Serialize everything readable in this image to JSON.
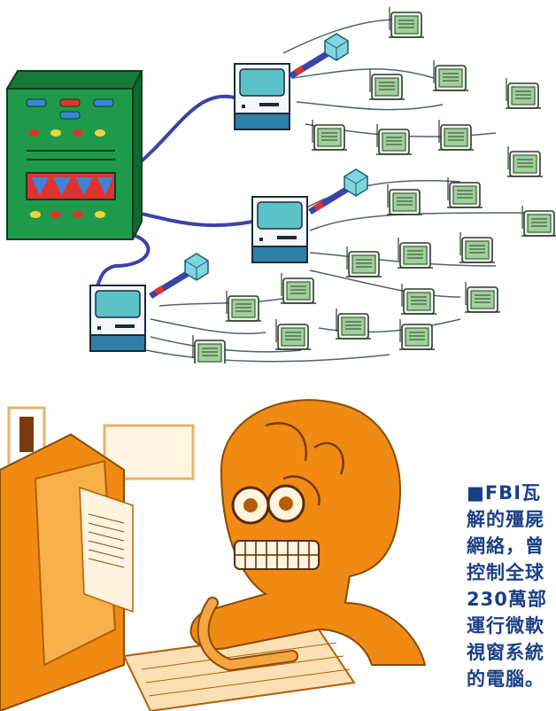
{
  "illustration_top": {
    "subject": "botnet-diagram-icon",
    "colors": {
      "server": "#1f9a4a",
      "cable": "#3b43a8",
      "monitor": "#2f7fa6",
      "victim": "#9fd19a",
      "virus": "#5fc6cf"
    }
  },
  "illustration_bottom": {
    "subject": "skull-hacker-at-computer-icon",
    "colors": {
      "main": "#f08a12",
      "light": "#fde4b8",
      "dark": "#b55d05"
    }
  },
  "caption": {
    "color": "#1b3f86",
    "lines": [
      "■FBI瓦",
      "解的殭屍",
      "網絡，曾",
      "控制全球",
      "230萬部",
      "運行微軟",
      "視窗系統",
      "的電腦。"
    ]
  }
}
